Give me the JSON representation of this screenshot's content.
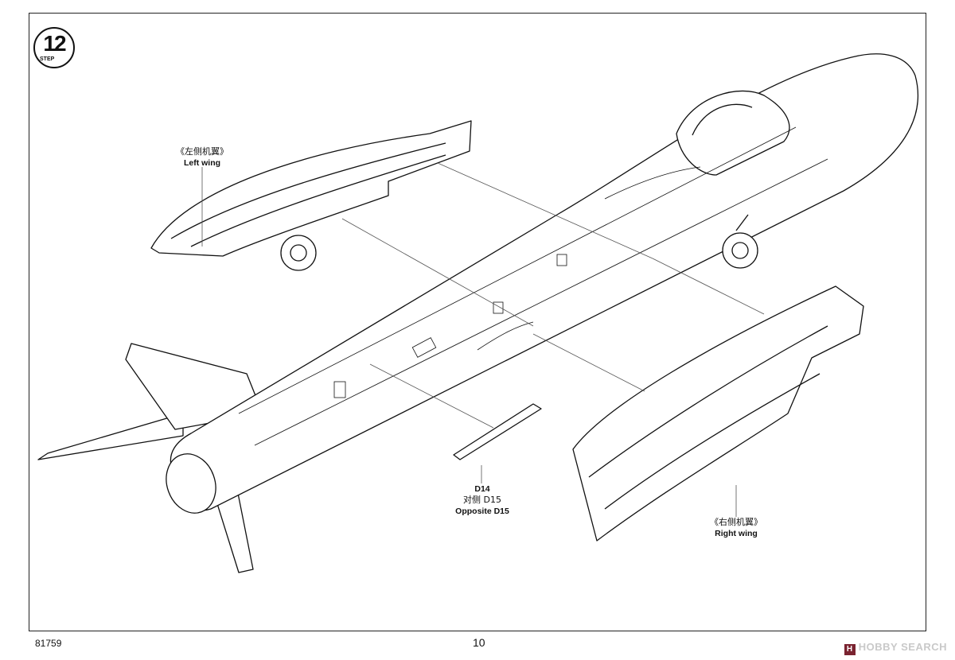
{
  "step": {
    "number": "12",
    "word": "STEP"
  },
  "left_wing": {
    "zh": "《左侧机翼》",
    "en": "Left wing"
  },
  "right_wing": {
    "zh": "《右侧机翼》",
    "en": "Right wing"
  },
  "part": {
    "code": "D14",
    "opposite_zh": "对侧 D15",
    "opposite_en": "Opposite D15"
  },
  "footer": {
    "kit_number": "81759",
    "page_number": "10"
  },
  "watermark": {
    "logo": "H",
    "text": "HOBBY SEARCH"
  }
}
